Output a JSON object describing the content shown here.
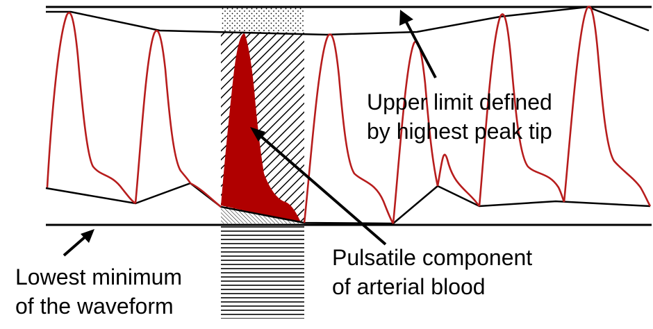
{
  "figure": {
    "colors": {
      "waveform": "#b71c1c",
      "pulsatile_fill": "#b00000",
      "limit_lines": "#000000",
      "background": "#ffffff"
    },
    "labels": {
      "upper_limit": [
        "Upper limit defined",
        "by highest peak tip"
      ],
      "pulsatile": [
        "Pulsatile component",
        "of arterial blood"
      ],
      "lowest_minimum": [
        "Lowest minimum",
        "of the waveform"
      ]
    }
  }
}
